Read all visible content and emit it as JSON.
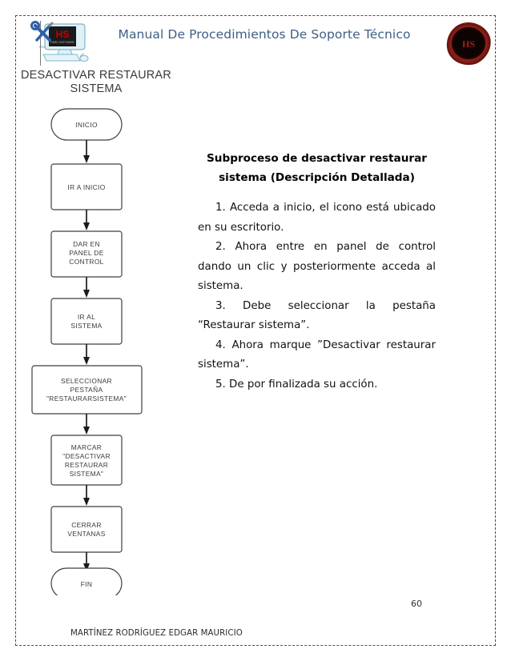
{
  "header": {
    "title": "Manual De Procedimientos De Soporte Técnico",
    "logo_alt": "HS computer logo",
    "seal_text": "HS",
    "logo_badge_text": "HS",
    "title_color": "#3f5f85",
    "seal_color": "#5e0f0c"
  },
  "flowchart": {
    "title": "DESACTIVAR RESTAURAR SISTEMA",
    "title_line1": "DESACTIVAR RESTAURAR",
    "title_line2": "SISTEMA",
    "nodes": [
      {
        "id": "inicio",
        "shape": "terminator",
        "lines": [
          "INICIO"
        ]
      },
      {
        "id": "ir-a-inicio",
        "shape": "process",
        "lines": [
          "IR A INICIO"
        ]
      },
      {
        "id": "panel",
        "shape": "process",
        "lines": [
          "DAR EN",
          "PANEL DE",
          "CONTROL"
        ]
      },
      {
        "id": "ir-sistema",
        "shape": "process",
        "lines": [
          "IR AL",
          "SISTEMA"
        ]
      },
      {
        "id": "pestana",
        "shape": "process",
        "lines": [
          "SELECCIONAR",
          "PESTAÑA",
          "\"RESTAURARSISTEMA\""
        ]
      },
      {
        "id": "marcar",
        "shape": "process",
        "lines": [
          "MARCAR",
          "\"DESACTIVAR",
          "RESTAURAR",
          "SISTEMA\""
        ]
      },
      {
        "id": "cerrar",
        "shape": "process",
        "lines": [
          "CERRAR",
          "VENTANAS"
        ]
      },
      {
        "id": "fin",
        "shape": "terminator",
        "lines": [
          "FIN"
        ]
      }
    ]
  },
  "content": {
    "heading_line1": "Subproceso de desactivar restaurar",
    "heading_line2": "sistema (Descripción Detallada)",
    "heading": "Subproceso de desactivar restaurar sistema (Descripción Detallada)",
    "steps": [
      "1. Acceda a inicio, el icono está ubicado en su escritorio.",
      "2. Ahora entre en panel de control dando un clic y posteriormente acceda al sistema.",
      "3. Debe seleccionar la pestaña “Restaurar sistema”.",
      "4. Ahora marque ”Desactivar restaurar sistema”.",
      "5. De por finalizada su acción."
    ]
  },
  "footer": {
    "author": "MARTÍNEZ RODRÍGUEZ EDGAR MAURICIO",
    "page_number": "60"
  }
}
